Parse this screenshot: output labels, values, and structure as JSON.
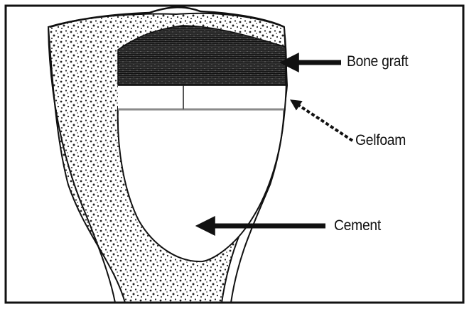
{
  "labels": {
    "bone_graft": "Bone graft",
    "gelfoam": "Gelfoam",
    "cement": "Cement"
  },
  "colors": {
    "ink": "#111111",
    "gelfoam_line": "#8a8a8a",
    "background": "#ffffff"
  }
}
